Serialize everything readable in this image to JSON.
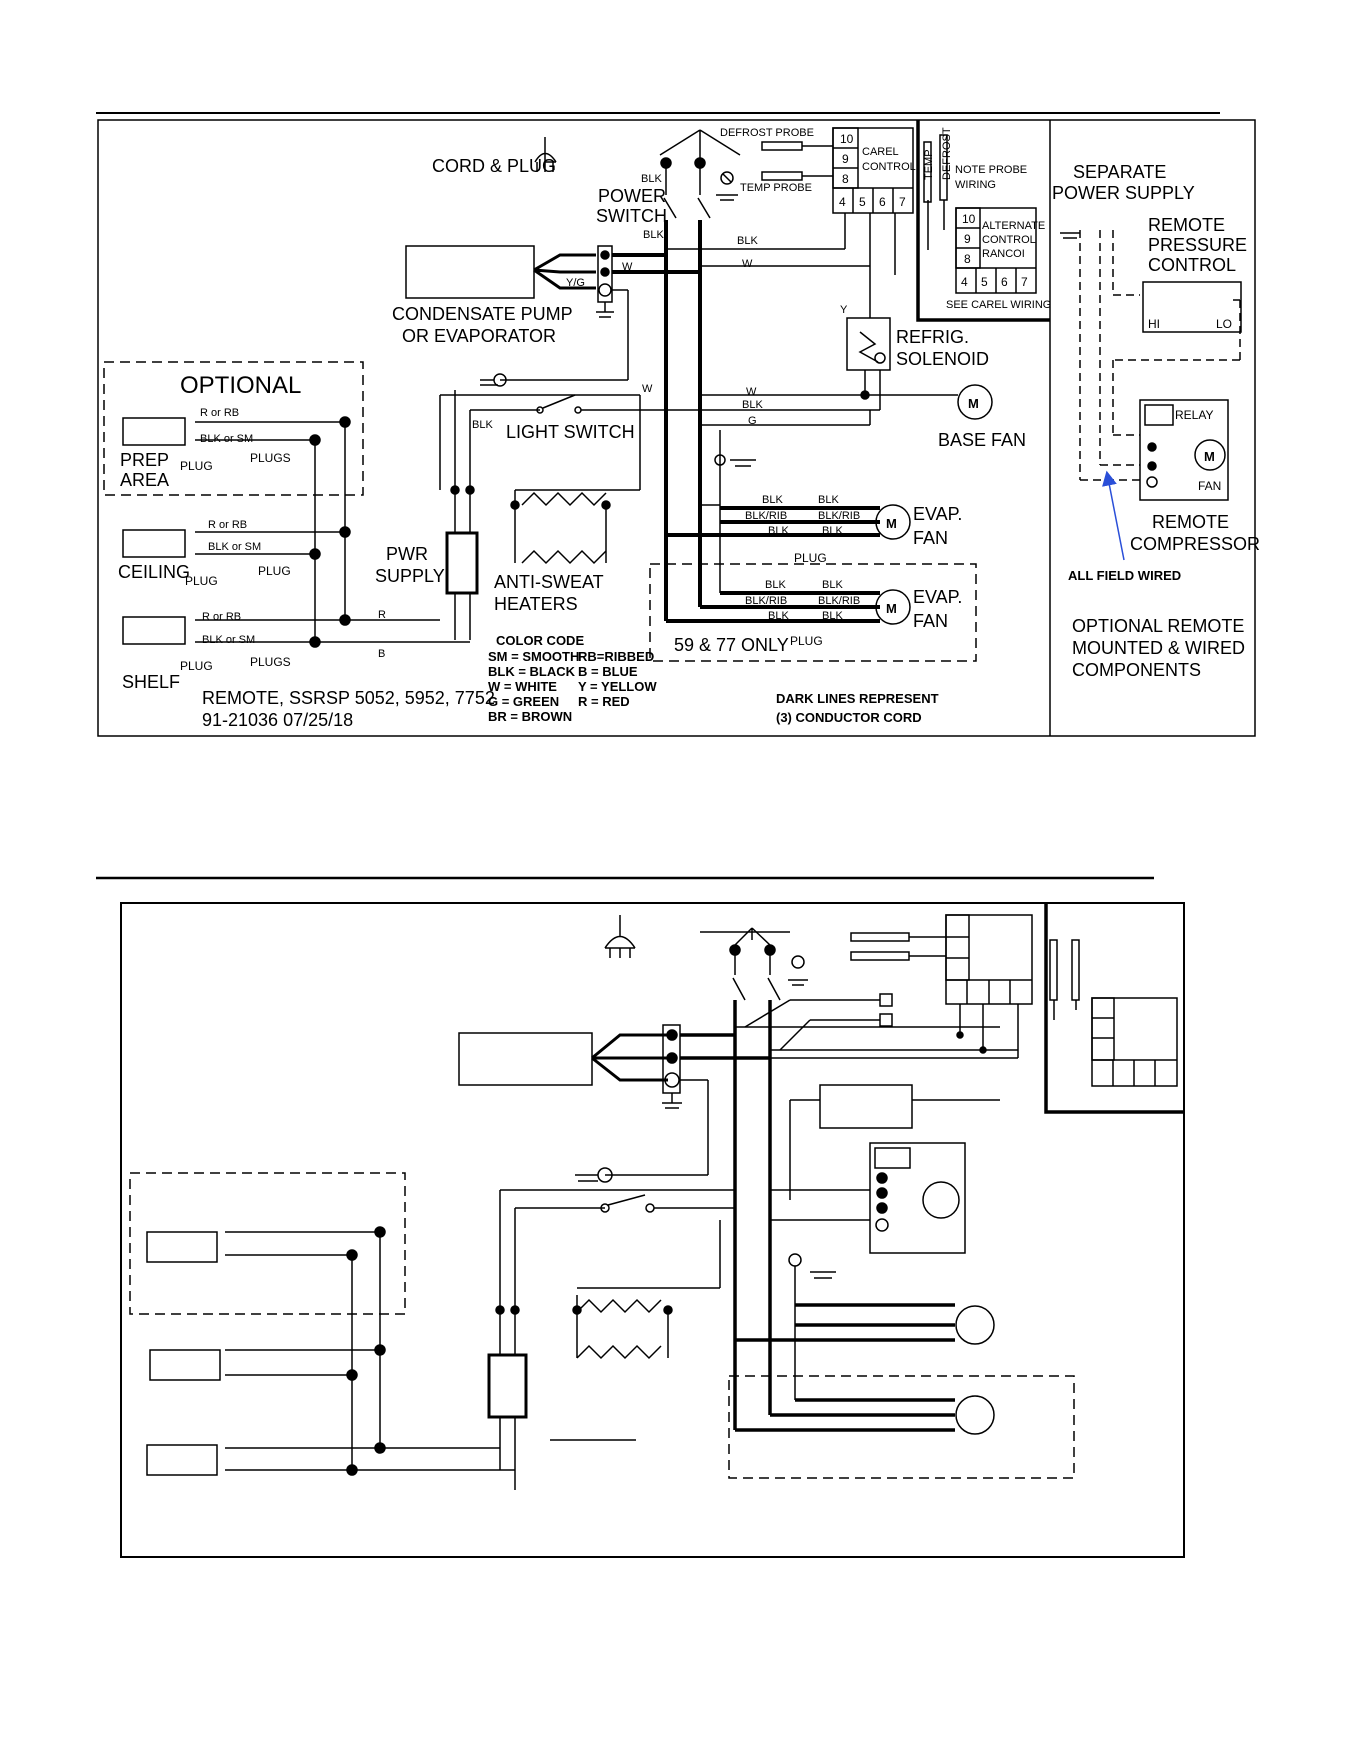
{
  "labels": {
    "cord_plug": "CORD & PLUG",
    "power_switch_1": "POWER",
    "power_switch_2": "SWITCH",
    "condensate_1": "CONDENSATE PUMP",
    "condensate_2": "OR EVAPORATOR",
    "optional": "OPTIONAL",
    "prep_1": "PREP",
    "prep_2": "AREA",
    "ceiling": "CEILING",
    "shelf": "SHELF",
    "plug": "PLUG",
    "plugs": "PLUGS",
    "light_switch": "LIGHT SWITCH",
    "pwr_supply_1": "PWR",
    "pwr_supply_2": "SUPPLY",
    "anti_sweat_1": "ANTI-SWEAT",
    "anti_sweat_2": "HEATERS",
    "refrig_1": "REFRIG.",
    "refrig_2": "SOLENOID",
    "base_fan": "BASE FAN",
    "evap_1": "EVAP.",
    "evap_2": "FAN",
    "only_59_77": "59 & 77 ONLY",
    "defrost_probe": "DEFROST PROBE",
    "temp_probe": "TEMP PROBE",
    "carel_1": "CAREL",
    "carel_2": "CONTROL",
    "note_probe_1": "NOTE PROBE",
    "note_probe_2": "WIRING",
    "alt_1": "ALTERNATE",
    "alt_2": "CONTROL",
    "alt_3": "RANCOI",
    "see_carel": "SEE CAREL WIRING",
    "temp_v": "TEMP",
    "defrost_v": "DEFROST",
    "separate_1": "SEPARATE",
    "separate_2": "POWER SUPPLY",
    "remote_pc_1": "REMOTE",
    "remote_pc_2": "PRESSURE",
    "remote_pc_3": "CONTROL",
    "hi": "HI",
    "lo": "LO",
    "relay": "RELAY",
    "fan": "FAN",
    "motor": "M",
    "remote_comp_1": "REMOTE",
    "remote_comp_2": "COMPRESSOR",
    "all_field": "ALL FIELD WIRED",
    "opt_remote_1": "OPTIONAL REMOTE",
    "opt_remote_2": "MOUNTED & WIRED",
    "opt_remote_3": "COMPONENTS",
    "model": "REMOTE, SSRSP 5052, 5952, 7752",
    "docnum": "91-21036  07/25/18",
    "dark_1": "DARK LINES REPRESENT",
    "dark_2": "(3) CONDUCTOR CORD"
  },
  "color_code": {
    "title": "COLOR CODE",
    "left": [
      "SM = SMOOTH",
      "BLK = BLACK",
      "W = WHITE",
      "G = GREEN",
      "BR = BROWN"
    ],
    "right": [
      "RB=RIBBED",
      "B = BLUE",
      "Y = YELLOW",
      "R = RED"
    ]
  },
  "terminals": {
    "carel_side": [
      "10",
      "9",
      "8"
    ],
    "carel_bottom": [
      "4",
      "5",
      "6",
      "7"
    ]
  },
  "wires": {
    "blk": "BLK",
    "w": "W",
    "g": "G",
    "r": "R",
    "b": "B",
    "y": "Y",
    "yg": "Y/G",
    "r_or_rb": "R or RB",
    "blk_or_sm": "BLK or SM",
    "blk_rib": "BLK/RIB"
  }
}
